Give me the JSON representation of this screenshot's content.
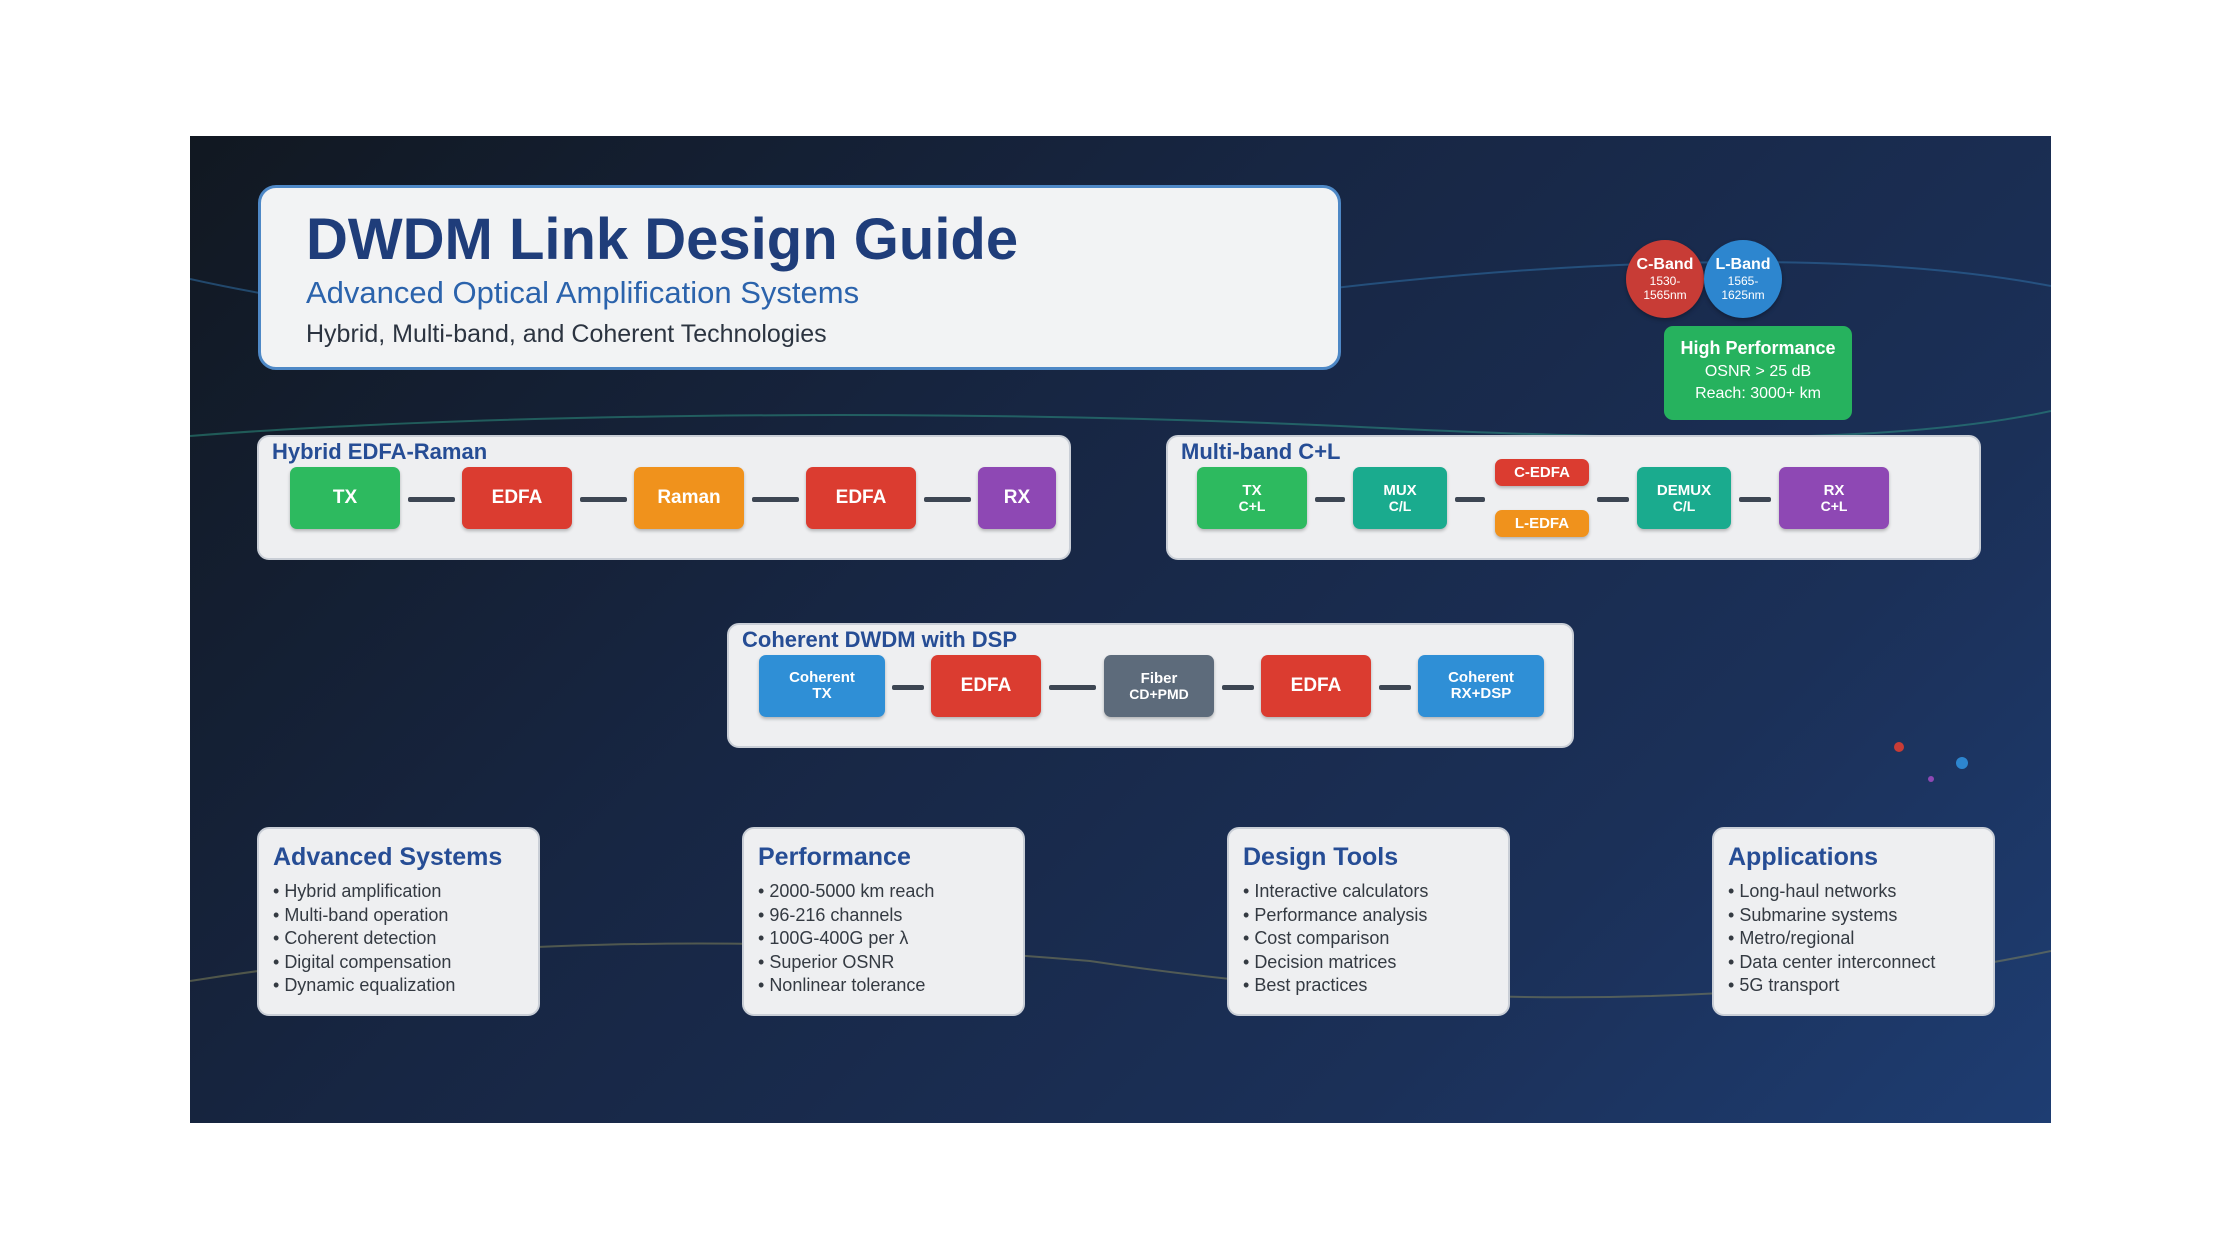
{
  "header": {
    "title": "DWDM Link Design Guide",
    "subtitle": "Advanced Optical Amplification Systems",
    "tagline": "Hybrid, Multi-band, and Coherent Technologies"
  },
  "bands": [
    {
      "name": "C-Band",
      "range_line1": "1530-",
      "range_line2": "1565nm",
      "color": "#c83c36"
    },
    {
      "name": "L-Band",
      "range_line1": "1565-",
      "range_line2": "1625nm",
      "color": "#2d86cf"
    }
  ],
  "performance_badge": {
    "title": "High Performance",
    "line1": "OSNR > 25 dB",
    "line2": "Reach: 3000+ km",
    "color": "#26b25e"
  },
  "hybrid_panel": {
    "title": "Hybrid EDFA-Raman",
    "nodes": [
      {
        "label": "TX",
        "color": "#2dba5f"
      },
      {
        "label": "EDFA",
        "color": "#db3c30"
      },
      {
        "label": "Raman",
        "color": "#f0921c"
      },
      {
        "label": "EDFA",
        "color": "#db3c30"
      },
      {
        "label": "RX",
        "color": "#8e48b4"
      }
    ]
  },
  "multiband_panel": {
    "title": "Multi-band C+L",
    "tx": {
      "line1": "TX",
      "line2": "C+L",
      "color": "#2dba5f"
    },
    "mux": {
      "line1": "MUX",
      "line2": "C/L",
      "color": "#1aab8e"
    },
    "c_edfa": {
      "label": "C-EDFA",
      "color": "#db3c30"
    },
    "l_edfa": {
      "label": "L-EDFA",
      "color": "#f0921c"
    },
    "demux": {
      "line1": "DEMUX",
      "line2": "C/L",
      "color": "#1aab8e"
    },
    "rx": {
      "line1": "RX",
      "line2": "C+L",
      "color": "#8e48b4"
    }
  },
  "coherent_panel": {
    "title": "Coherent DWDM with DSP",
    "nodes": [
      {
        "line1": "Coherent",
        "line2": "TX",
        "color": "#2f8fd6"
      },
      {
        "line1": "EDFA",
        "line2": "",
        "color": "#db3c30"
      },
      {
        "line1": "Fiber",
        "line2": "CD+PMD",
        "color": "#5d6b7b"
      },
      {
        "line1": "EDFA",
        "line2": "",
        "color": "#db3c30"
      },
      {
        "line1": "Coherent",
        "line2": "RX+DSP",
        "color": "#2f8fd6"
      }
    ]
  },
  "cards": [
    {
      "title": "Advanced Systems",
      "items": [
        "Hybrid amplification",
        "Multi-band operation",
        "Coherent detection",
        "Digital compensation",
        "Dynamic equalization"
      ]
    },
    {
      "title": "Performance",
      "items": [
        "2000-5000 km reach",
        "96-216 channels",
        "100G-400G per λ",
        "Superior OSNR",
        "Nonlinear tolerance"
      ]
    },
    {
      "title": "Design Tools",
      "items": [
        "Interactive calculators",
        "Performance analysis",
        "Cost comparison",
        "Decision matrices",
        "Best practices"
      ]
    },
    {
      "title": "Applications",
      "items": [
        "Long-haul networks",
        "Submarine systems",
        "Metro/regional",
        "Data center interconnect",
        "5G transport"
      ]
    }
  ]
}
